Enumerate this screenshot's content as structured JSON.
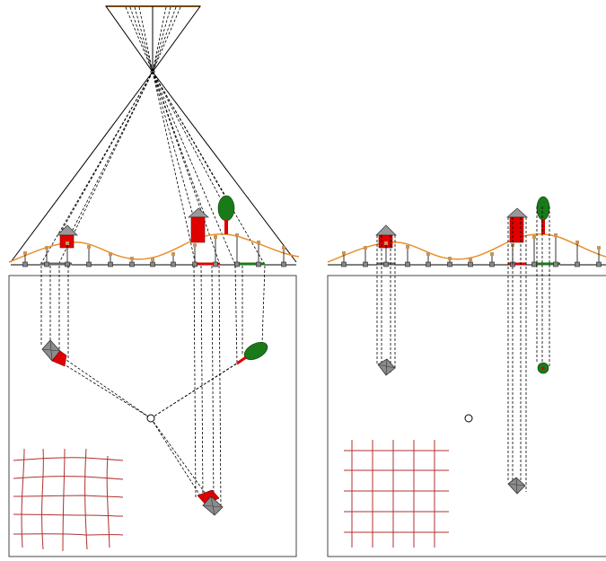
{
  "diagram": {
    "colors": {
      "line": "#000000",
      "frame": "#444444",
      "terrain": "#e8902a",
      "marker": "#c8955a",
      "house_body": "#e00000",
      "house_roof": "#999999",
      "tree": "#1a7a1a",
      "grid": "#b03030",
      "house_top_gray": "#8c8c8c"
    },
    "panels": [
      {
        "id": "perspective",
        "projection": "central",
        "grid": "distorted",
        "text": ""
      },
      {
        "id": "orthographic",
        "projection": "parallel",
        "grid": "regular",
        "text": ""
      }
    ]
  }
}
